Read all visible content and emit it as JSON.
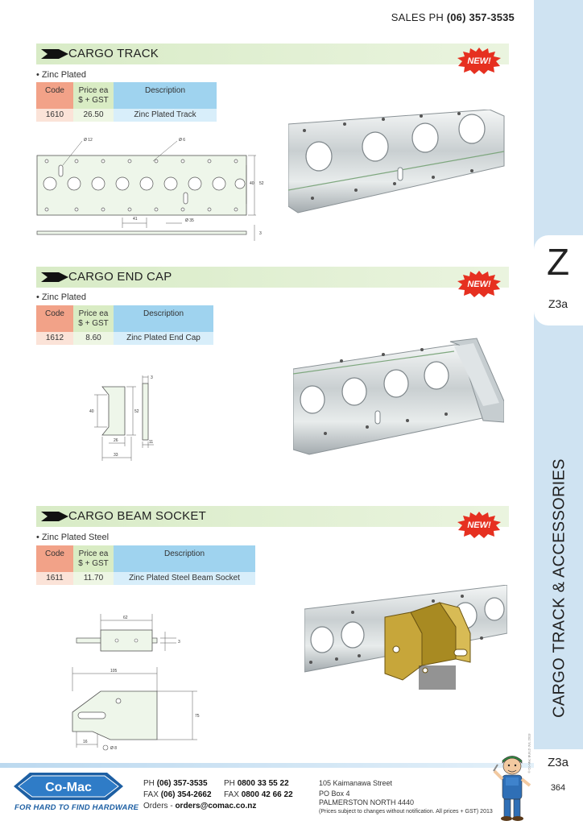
{
  "header": {
    "sales_label": "SALES  PH",
    "sales_phone": "(06) 357-3535"
  },
  "rail": {
    "letter": "Z",
    "section": "Z3a",
    "vertical_title": "CARGO TRACK & ACCESSORIES",
    "section_bottom": "Z3a",
    "page_number": "364"
  },
  "badge_text": "NEW!",
  "table_headers": {
    "code": "Code",
    "price_line1": "Price ea",
    "price_line2": "$ + GST",
    "description": "Description"
  },
  "products": [
    {
      "title": "CARGO TRACK",
      "finish": "• Zinc Plated",
      "code": "1610",
      "price": "26.50",
      "description": "Zinc Plated Track"
    },
    {
      "title": "CARGO END CAP",
      "finish": "• Zinc Plated",
      "code": "1612",
      "price": "8.60",
      "description": "Zinc Plated End Cap"
    },
    {
      "title": "CARGO BEAM SOCKET",
      "finish": "• Zinc Plated Steel",
      "code": "1611",
      "price": "11.70",
      "description": "Zinc Plated Steel Beam Socket"
    }
  ],
  "drawing_labels": {
    "track": {
      "d1": "Ø 12",
      "d2": "Ø 6",
      "d3": "Ø 35",
      "pitch": "41",
      "h1": "40",
      "h2": "52",
      "t": "3"
    },
    "endcap": {
      "w1": "3",
      "h1": "40",
      "h2": "52",
      "b1": "26",
      "b2": "33",
      "t": "11"
    },
    "socket": {
      "w": "62",
      "t": "3",
      "len": "105",
      "h": "75",
      "off": "16",
      "hole": "Ø 8"
    }
  },
  "footer": {
    "logo_text": "Co-Mac",
    "tagline": "FOR HARD TO FIND HARDWARE",
    "ph_label": "PH",
    "ph_value": "(06) 357-3535",
    "ph2_label": "PH",
    "ph2_value": "0800 33 55 22",
    "fax_label": "FAX",
    "fax_value": "(06) 354-2662",
    "fax2_label": "FAX",
    "fax2_value": "0800 42 66 22",
    "orders_label": "Orders -",
    "orders_value": "orders@comac.co.nz",
    "addr1": "105 Kaimanawa Street",
    "addr2": "PO Box 4",
    "addr3": "PALMERSTON NORTH 4440",
    "note": "(Prices subject to changes without notification. All prices + GST) 2013",
    "copyright": "© Co-Mac BUILD JUL 2013"
  },
  "colors": {
    "header_green": "#d8ebc6",
    "rail_blue": "#cfe3f2",
    "badge_red": "#e63020",
    "code_col": "#f2a288",
    "price_col": "#d9ecc4",
    "desc_col": "#9fd3ef",
    "brand_blue": "#1d5fa3"
  }
}
